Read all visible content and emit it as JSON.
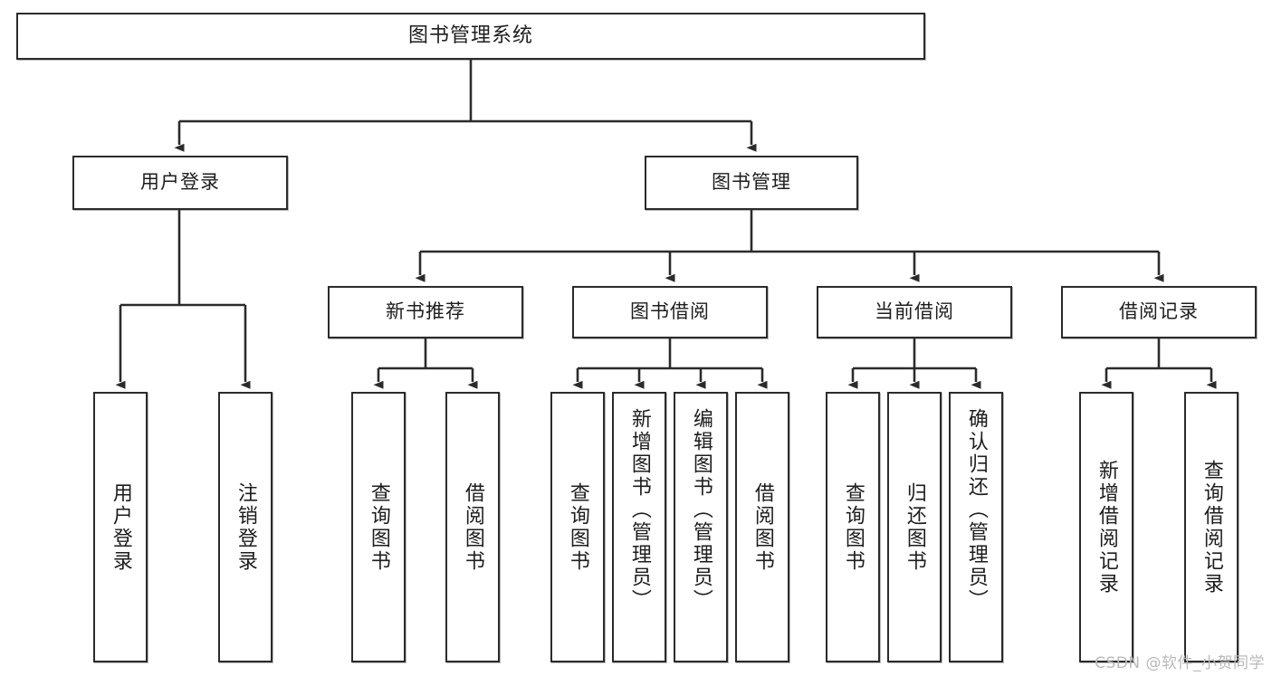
{
  "diagram": {
    "type": "tree",
    "title": "图书管理系统",
    "watermark": "CSDN @软件_小贺同学",
    "colors": {
      "background": "#ffffff",
      "box_border": "#2b2b2b",
      "box_fill": "#ffffff",
      "connector": "#2b2b2b",
      "watermark": "#b9b9b9"
    },
    "nodes": {
      "root": {
        "label": "图书管理系统"
      },
      "level1": [
        {
          "id": "user-login",
          "label": "用户登录"
        },
        {
          "id": "book-manage",
          "label": "图书管理"
        }
      ],
      "level2": [
        {
          "id": "new-book-recommend",
          "label": "新书推荐"
        },
        {
          "id": "book-borrow",
          "label": "图书借阅"
        },
        {
          "id": "current-borrow",
          "label": "当前借阅"
        },
        {
          "id": "borrow-record",
          "label": "借阅记录"
        }
      ],
      "leaves": {
        "user_login": [
          {
            "id": "leaf-user-login",
            "label": "用户登录"
          },
          {
            "id": "leaf-user-logout",
            "label": "注销登录"
          }
        ],
        "new_book_recommend": [
          {
            "id": "leaf-query-book-1",
            "label": "查询图书"
          },
          {
            "id": "leaf-borrow-book-1",
            "label": "借阅图书"
          }
        ],
        "book_borrow": [
          {
            "id": "leaf-query-book-2",
            "label": "查询图书"
          },
          {
            "id": "leaf-add-book",
            "label": "新增图书（管理员）"
          },
          {
            "id": "leaf-edit-book",
            "label": "编辑图书（管理员）"
          },
          {
            "id": "leaf-borrow-book-2",
            "label": "借阅图书"
          }
        ],
        "current_borrow": [
          {
            "id": "leaf-query-book-3",
            "label": "查询图书"
          },
          {
            "id": "leaf-return-book",
            "label": "归还图书"
          },
          {
            "id": "leaf-confirm-return",
            "label": "确认归还（管理员）"
          }
        ],
        "borrow_record": [
          {
            "id": "leaf-add-record",
            "label": "新增借阅记录"
          },
          {
            "id": "leaf-query-record",
            "label": "查询借阅记录"
          }
        ]
      }
    }
  }
}
